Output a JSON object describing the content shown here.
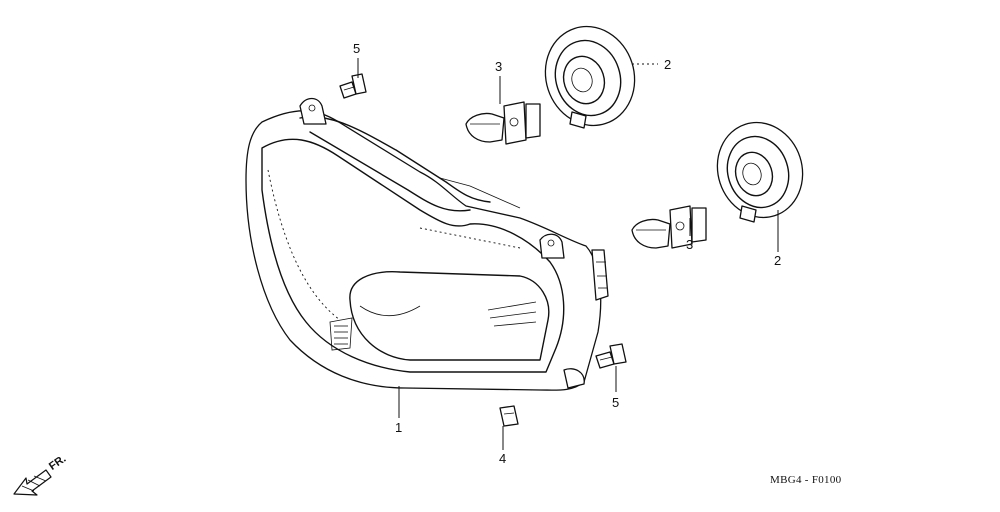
{
  "callouts": {
    "c1": "1",
    "c2a": "2",
    "c2b": "2",
    "c3a": "3",
    "c3b": "3",
    "c4": "4",
    "c5a": "5",
    "c5b": "5"
  },
  "direction_label": "FR.",
  "diagram_code": "MBG4 - F0100"
}
